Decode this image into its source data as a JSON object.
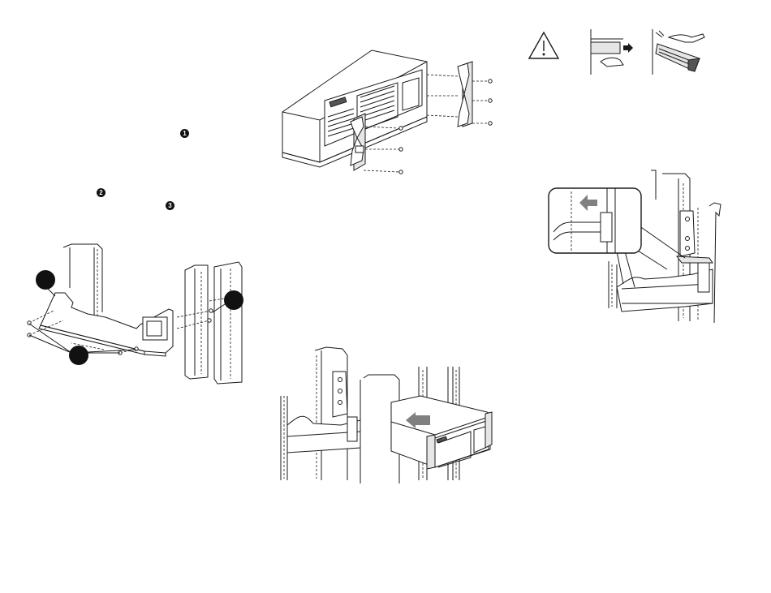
{
  "markers": {
    "step_1": "1",
    "step_2": "2",
    "step_3": "3"
  },
  "icons": [
    "caution-triangle-icon",
    "slide-out-icon",
    "lift-hazard-icon"
  ],
  "colors": {
    "line": "#1a1a1a",
    "callout": "#111111",
    "arrow": "#808080",
    "fill_light": "#e6e6e6"
  }
}
